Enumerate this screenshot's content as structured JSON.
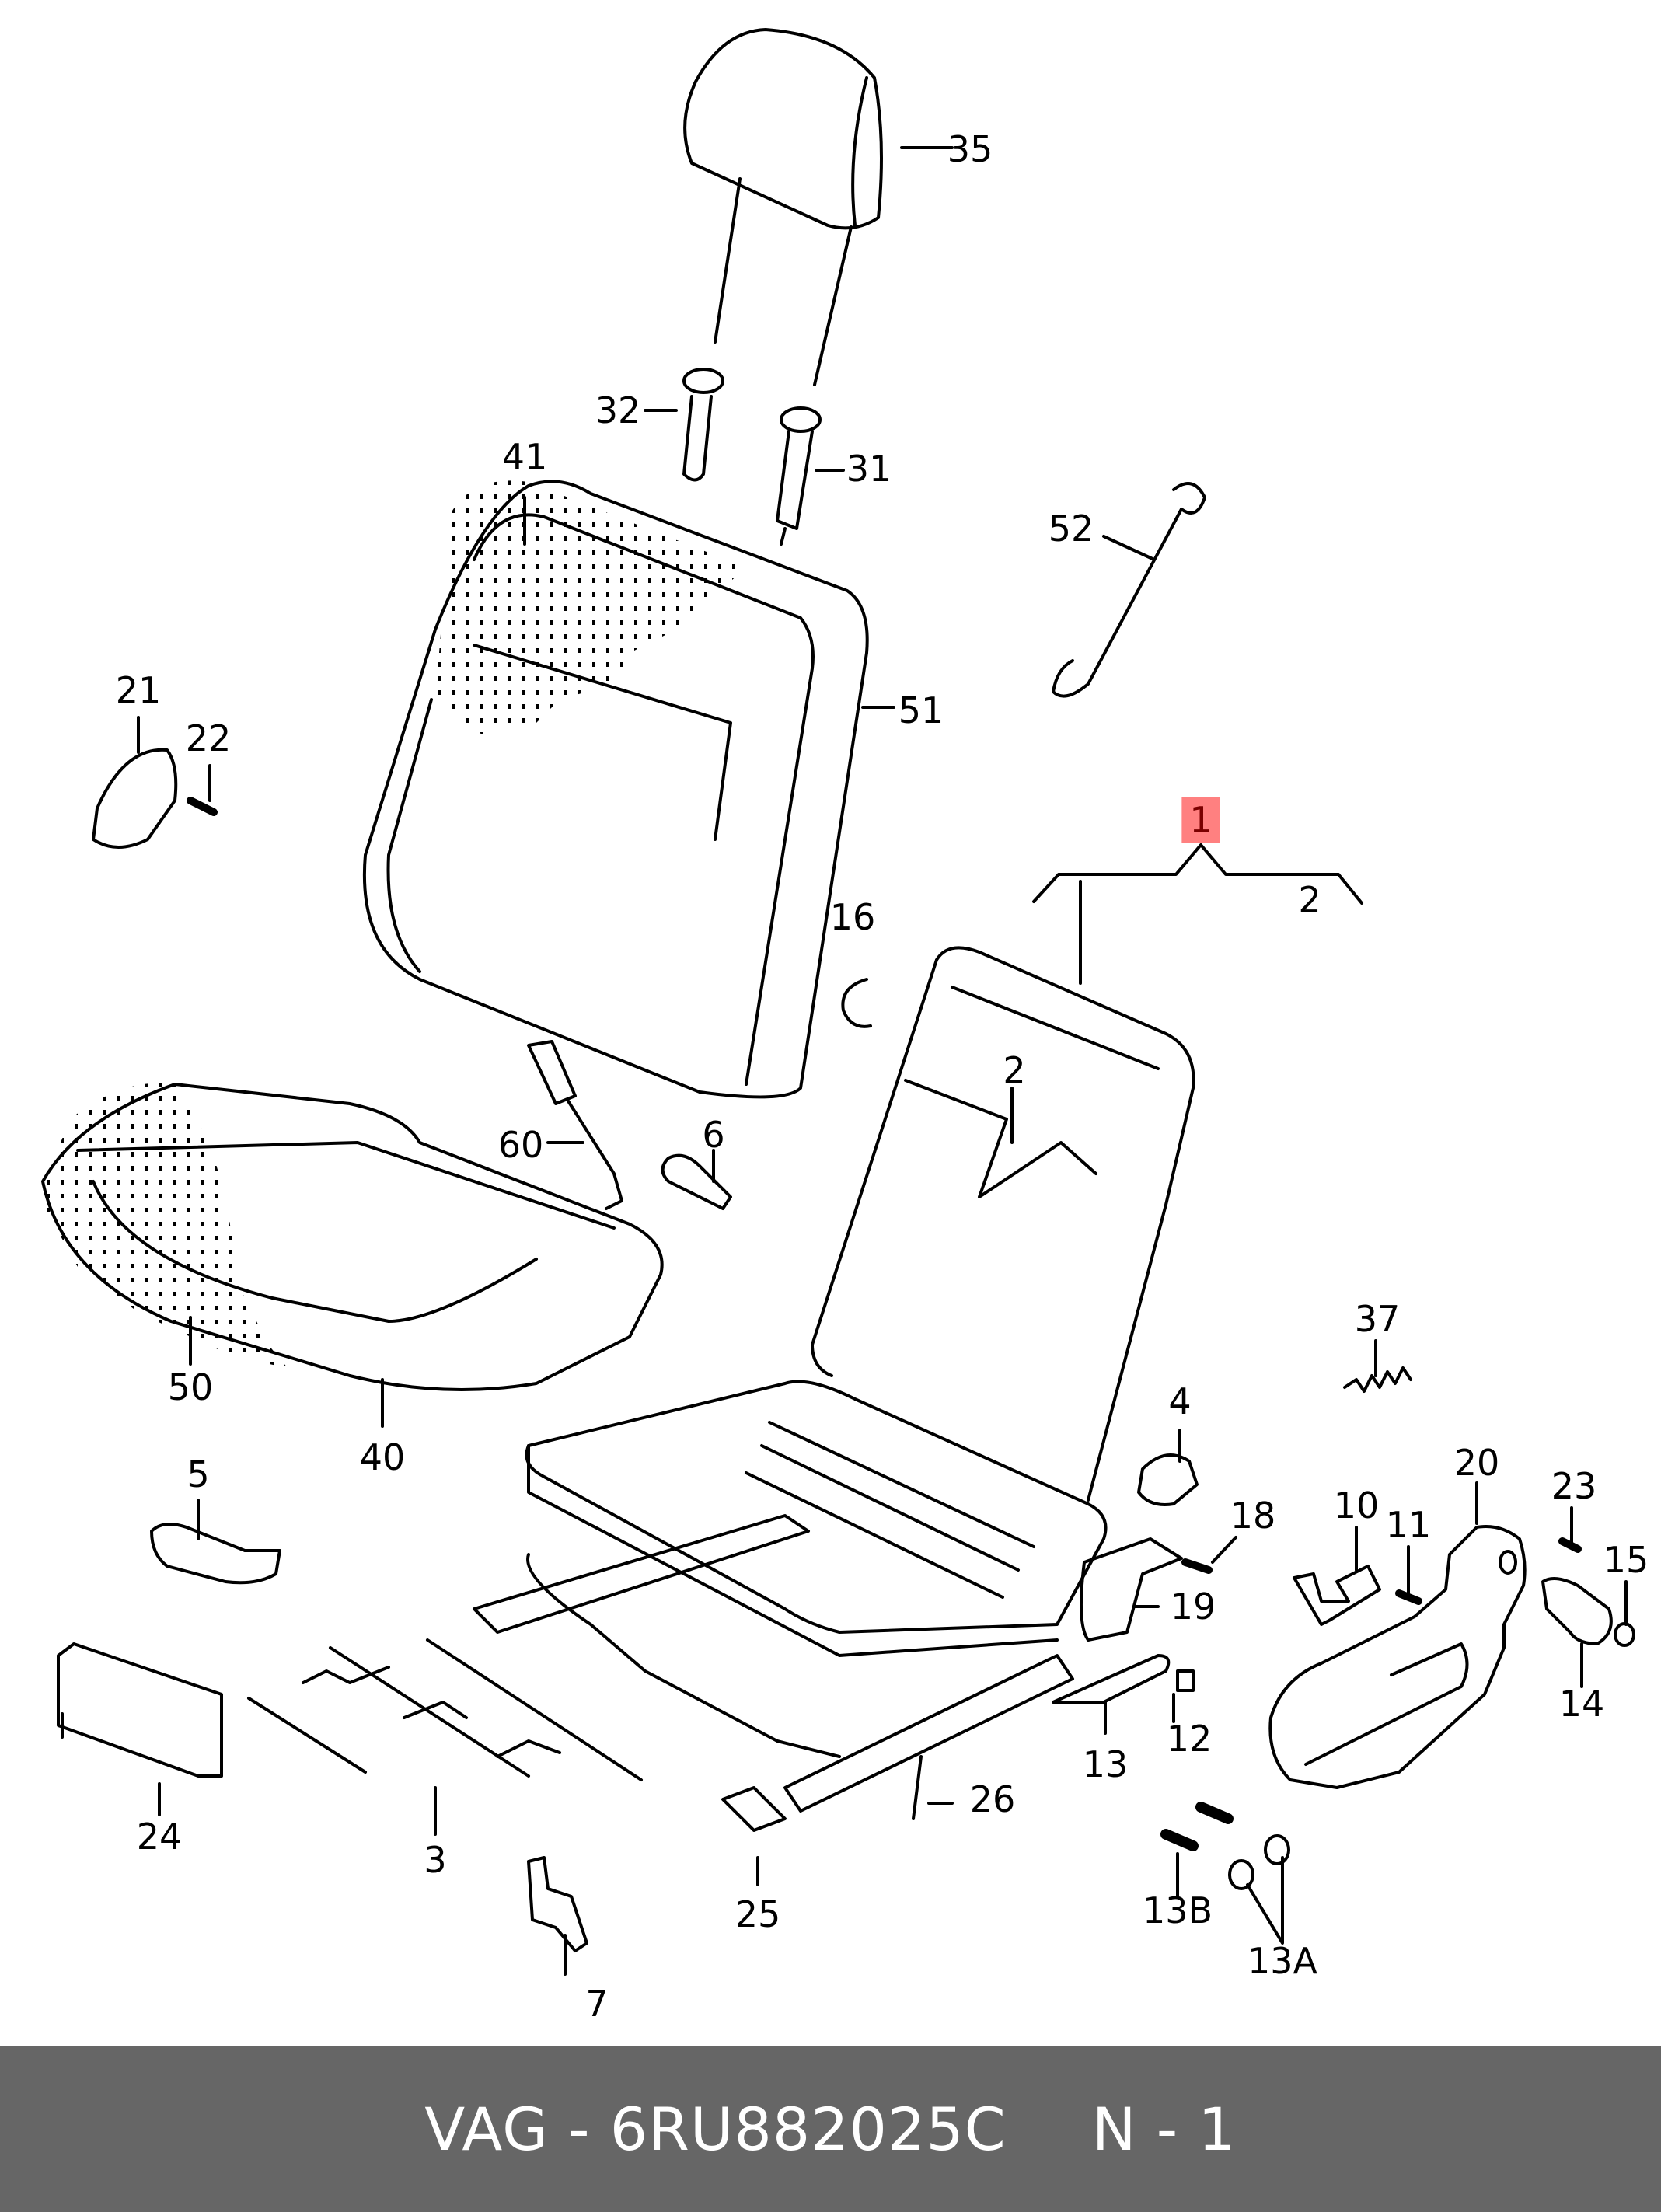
{
  "diagram": {
    "title": "Seat exploded view",
    "highlighted_part": "1",
    "labels": [
      {
        "id": "35",
        "text": "35"
      },
      {
        "id": "32",
        "text": "32"
      },
      {
        "id": "31",
        "text": "31"
      },
      {
        "id": "41",
        "text": "41"
      },
      {
        "id": "52",
        "text": "52"
      },
      {
        "id": "51",
        "text": "51"
      },
      {
        "id": "21",
        "text": "21"
      },
      {
        "id": "22",
        "text": "22"
      },
      {
        "id": "1",
        "text": "1"
      },
      {
        "id": "2a",
        "text": "2"
      },
      {
        "id": "16",
        "text": "16"
      },
      {
        "id": "2b",
        "text": "2"
      },
      {
        "id": "60",
        "text": "60"
      },
      {
        "id": "6",
        "text": "6"
      },
      {
        "id": "50",
        "text": "50"
      },
      {
        "id": "40",
        "text": "40"
      },
      {
        "id": "37",
        "text": "37"
      },
      {
        "id": "4",
        "text": "4"
      },
      {
        "id": "5",
        "text": "5"
      },
      {
        "id": "20",
        "text": "20"
      },
      {
        "id": "23",
        "text": "23"
      },
      {
        "id": "10",
        "text": "10"
      },
      {
        "id": "11",
        "text": "11"
      },
      {
        "id": "18",
        "text": "18"
      },
      {
        "id": "15",
        "text": "15"
      },
      {
        "id": "19",
        "text": "19"
      },
      {
        "id": "14",
        "text": "14"
      },
      {
        "id": "12",
        "text": "12"
      },
      {
        "id": "13",
        "text": "13"
      },
      {
        "id": "24",
        "text": "24"
      },
      {
        "id": "26",
        "text": "26"
      },
      {
        "id": "3",
        "text": "3"
      },
      {
        "id": "25",
        "text": "25"
      },
      {
        "id": "13B",
        "text": "13B"
      },
      {
        "id": "13A",
        "text": "13A"
      },
      {
        "id": "7",
        "text": "7"
      }
    ],
    "colors": {
      "highlight_bg": "#ff8080",
      "highlight_text": "#7a0000",
      "footer_bg": "#666666",
      "footer_text": "#ffffff"
    }
  },
  "footer": {
    "brand": "VAG",
    "separator": "-",
    "part_number": "6RU882025C",
    "note": "N - 1"
  }
}
